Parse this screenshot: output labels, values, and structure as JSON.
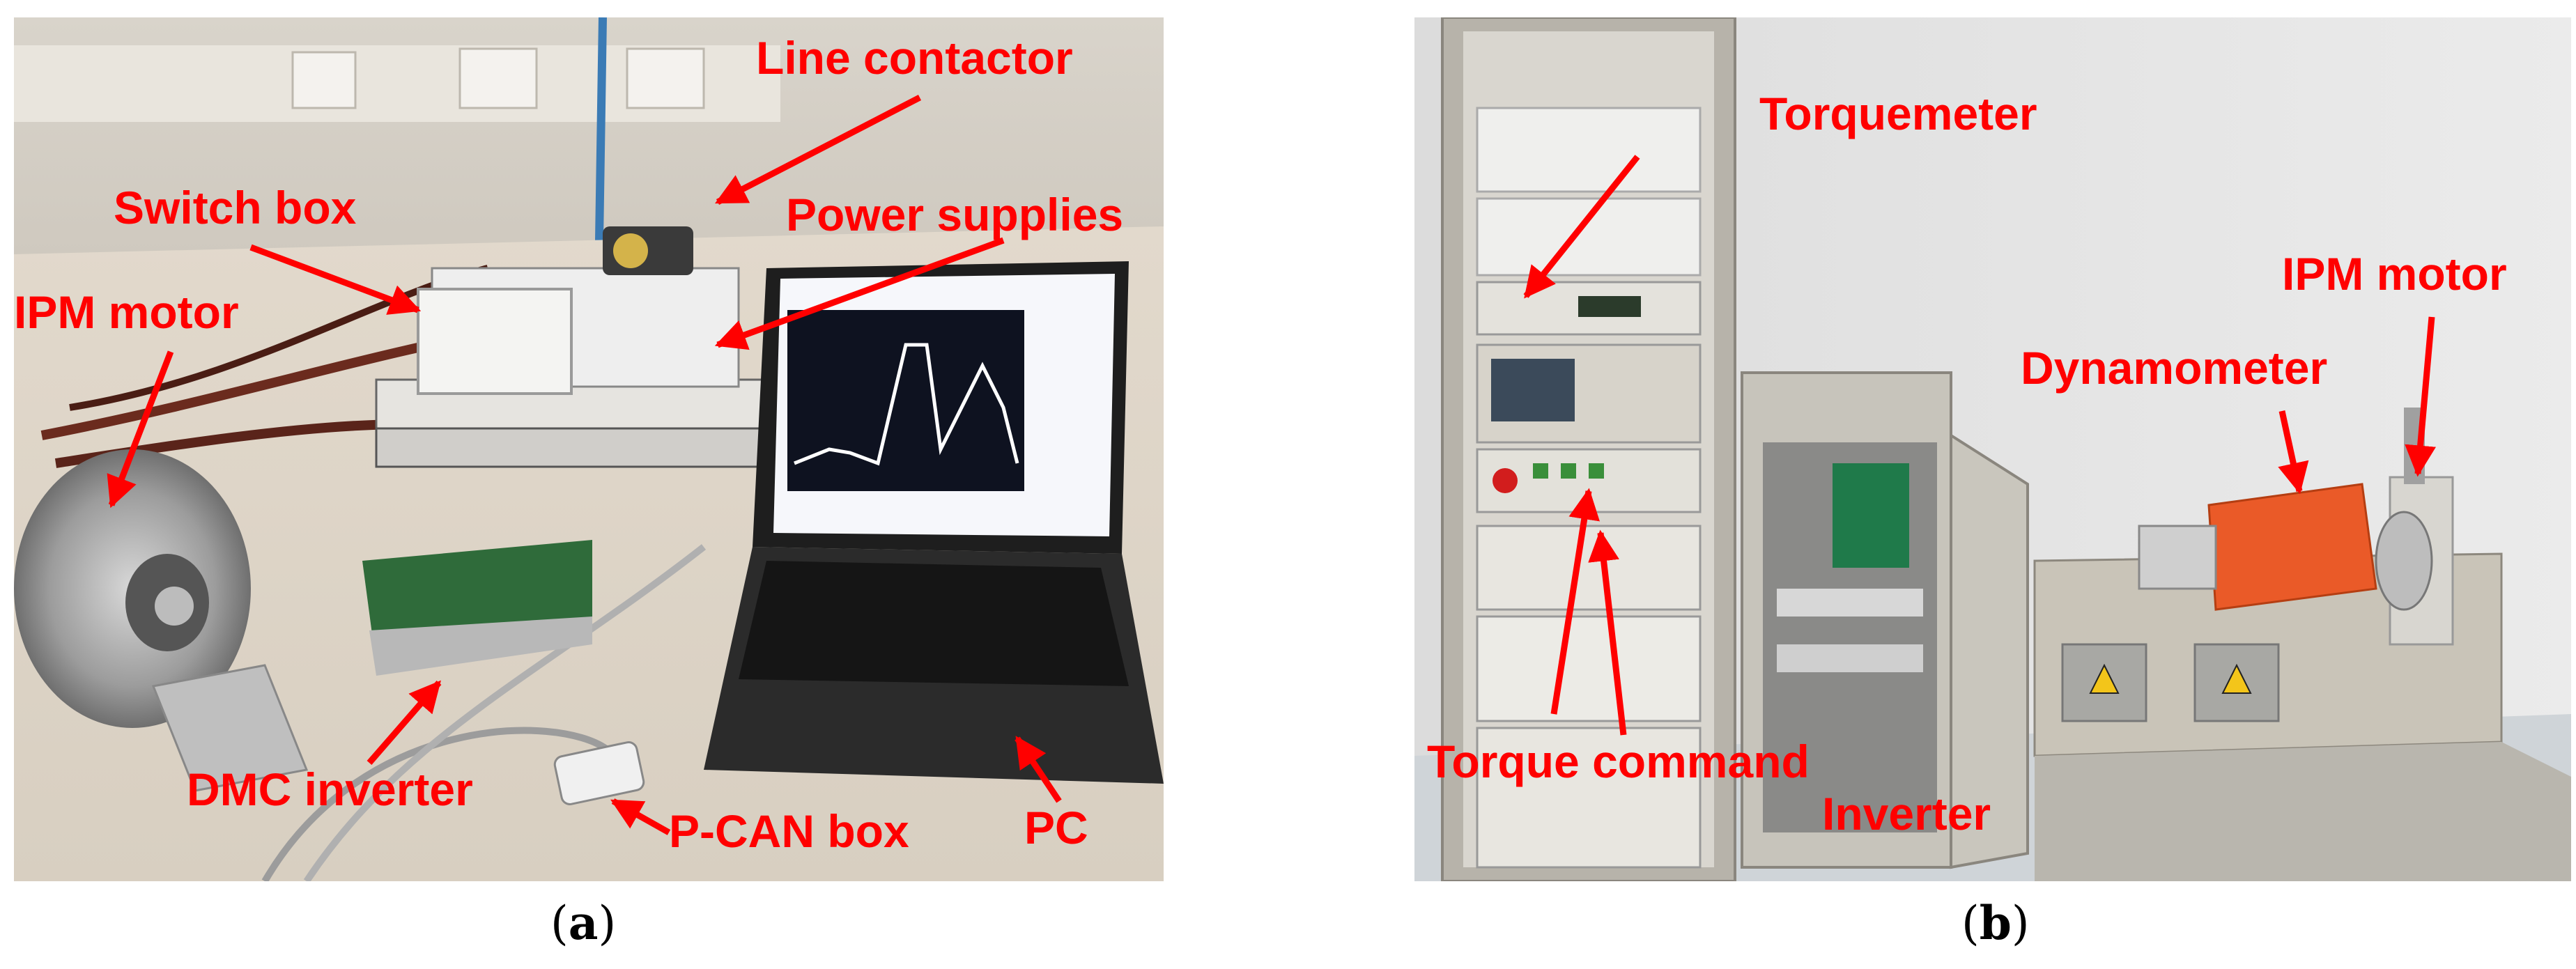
{
  "panels": {
    "a": {
      "caption_letter": "a",
      "labels": {
        "line_contactor": "Line contactor",
        "switch_box": "Switch box",
        "power_supplies": "Power supplies",
        "ipm_motor": "IPM motor",
        "dmc_inverter": "DMC inverter",
        "pcan_box": "P-CAN box",
        "pc": "PC"
      }
    },
    "b": {
      "caption_letter": "b",
      "labels": {
        "torquemeter": "Torquemeter",
        "ipm_motor": "IPM motor",
        "dynamometer": "Dynamometer",
        "torque_command": "Torque command",
        "inverter": "Inverter"
      }
    }
  },
  "colors": {
    "callout": "#ff0000",
    "caption": "#000000"
  }
}
